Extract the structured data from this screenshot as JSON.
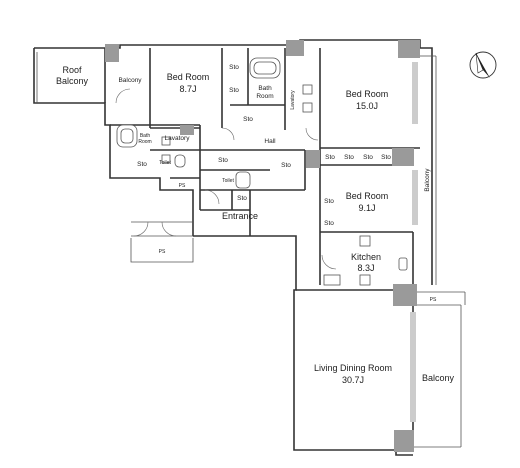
{
  "rooms": {
    "roof_balcony": [
      "Roof",
      "Balcony"
    ],
    "balcony_nw": "Balcony",
    "bedroom_a": {
      "name": "Bed Room",
      "area": "8.7J"
    },
    "bedroom_b": {
      "name": "Bed Room",
      "area": "15.0J"
    },
    "bedroom_c": {
      "name": "Bed Room",
      "area": "9.1J"
    },
    "bath_room_north": [
      "Bath",
      "Room"
    ],
    "bath_room_west": [
      "Bath",
      "Room"
    ],
    "lavatory_north": "Lavatory",
    "lavatory_west": "Lavatory",
    "hall": "Hall",
    "entrance": "Entrance",
    "kitchen": {
      "name": "Kitchen",
      "area": "8.3J"
    },
    "living": {
      "name": "Living Dining Room",
      "area": "30.7J"
    },
    "balcony_east": "Balcony",
    "balcony_se": "Balcony",
    "toilet_a": "Toilet",
    "toilet_b": "Toilet",
    "ps": "PS",
    "sto": "Sto"
  }
}
